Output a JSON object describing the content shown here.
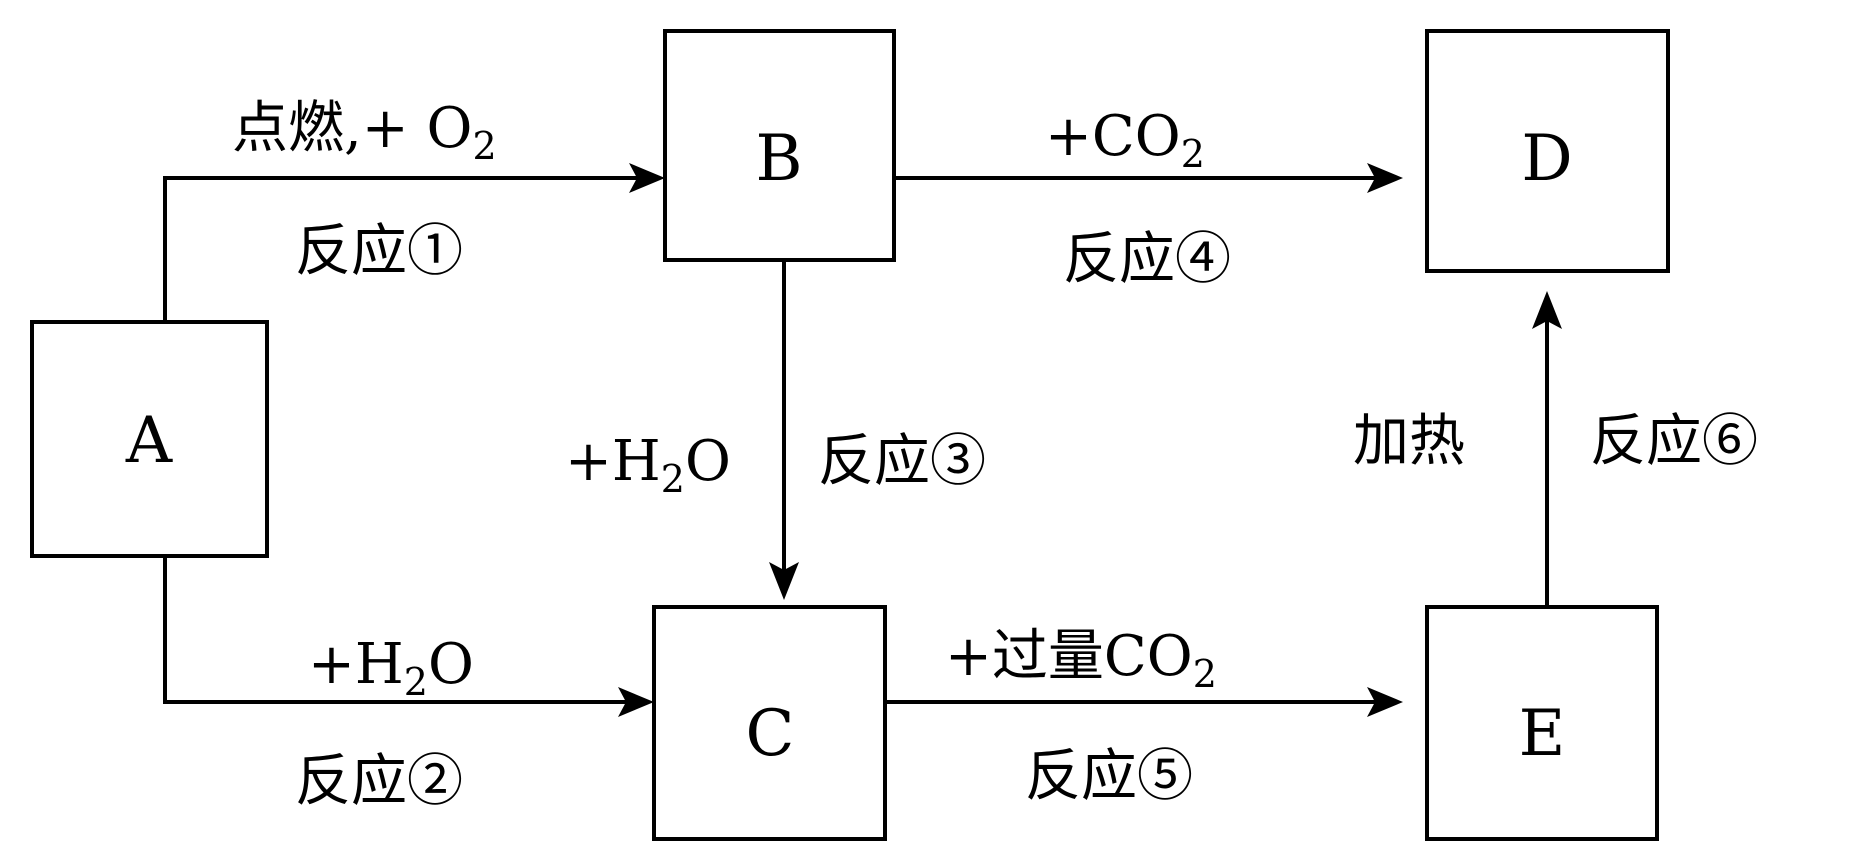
{
  "nodes": {
    "A": "A",
    "B": "B",
    "C": "C",
    "D": "D",
    "E": "E"
  },
  "edges": {
    "a_to_b": {
      "condition_main": "点燃,+ O",
      "condition_sub": "2",
      "reaction": "反应①"
    },
    "a_to_c": {
      "condition_pre": "+H",
      "condition_sub": "2",
      "condition_post": "O",
      "reaction": "反应②"
    },
    "b_to_c": {
      "condition_pre": "+H",
      "condition_sub": "2",
      "condition_post": "O",
      "reaction": "反应③"
    },
    "b_to_d": {
      "condition_main": "+CO",
      "condition_sub": "2",
      "reaction": "反应④"
    },
    "c_to_e": {
      "condition_main": "+过量CO",
      "condition_sub": "2",
      "reaction": "反应⑤"
    },
    "e_to_d": {
      "condition": "加热",
      "reaction": "反应⑥"
    }
  }
}
